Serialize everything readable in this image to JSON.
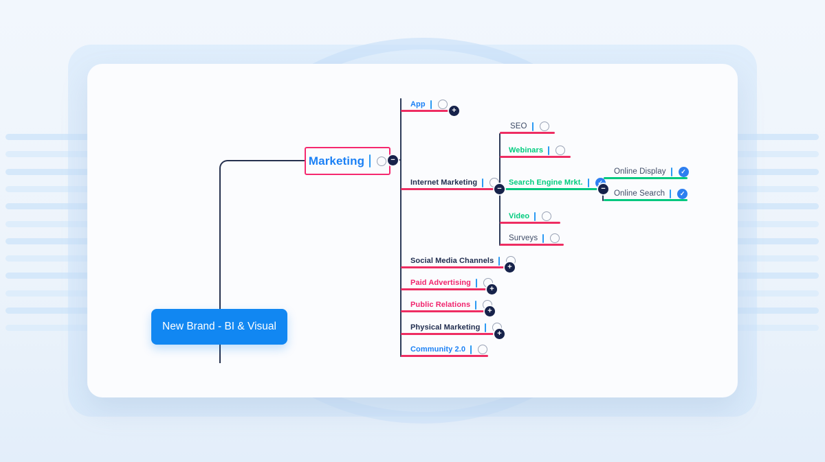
{
  "icons": {
    "check": "✓",
    "plus": "+",
    "minus": "−"
  },
  "colors": {
    "brand_blue": "#1187F2",
    "link_pink": "#EE2D62",
    "link_green": "#00C87F",
    "text_blue": "#1B80F5",
    "text_green": "#00CC7E",
    "text_pink": "#F0256D",
    "text_navy": "#1E2B4D",
    "checkbox_checked": "#2E7FF0",
    "expander_bg": "#16224A",
    "connector_navy": "#2C3A59"
  },
  "map": {
    "root": {
      "label": "New Brand - BI & Visual"
    },
    "center": {
      "label": "Marketing",
      "checked": false,
      "expander": "minus"
    },
    "nodes": {
      "app": {
        "label": "App",
        "color": "blue",
        "checked": false,
        "expander": "plus"
      },
      "internet_marketing": {
        "label": "Internet Marketing",
        "color": "navy",
        "checked": false,
        "expander": "minus"
      },
      "seo": {
        "label": "SEO",
        "color": "gray",
        "checked": false
      },
      "webinars": {
        "label": "Webinars",
        "color": "green",
        "checked": false
      },
      "search_engine_mrkt": {
        "label": "Search Engine Mrkt.",
        "color": "green",
        "checked": true,
        "expander": "minus"
      },
      "online_display": {
        "label": "Online Display",
        "color": "gray",
        "checked": true
      },
      "online_search": {
        "label": "Online Search",
        "color": "gray",
        "checked": true
      },
      "video": {
        "label": "Video",
        "color": "green",
        "checked": false
      },
      "surveys": {
        "label": "Surveys",
        "color": "gray",
        "checked": false
      },
      "social_media_channels": {
        "label": "Social Media Channels",
        "color": "navy",
        "checked": false,
        "expander": "plus"
      },
      "paid_advertising": {
        "label": "Paid Advertising",
        "color": "pink",
        "checked": false,
        "expander": "plus"
      },
      "public_relations": {
        "label": "Public Relations",
        "color": "pink",
        "checked": false,
        "expander": "plus"
      },
      "physical_marketing": {
        "label": "Physical Marketing",
        "color": "navy",
        "checked": false,
        "expander": "plus"
      },
      "community_20": {
        "label": "Community 2.0",
        "color": "blue",
        "checked": false
      }
    },
    "structure": {
      "root": "New Brand - BI & Visual",
      "children": [
        {
          "label": "Marketing",
          "children": [
            {
              "label": "App"
            },
            {
              "label": "Internet Marketing",
              "children": [
                {
                  "label": "SEO"
                },
                {
                  "label": "Webinars"
                },
                {
                  "label": "Search Engine Mrkt.",
                  "children": [
                    {
                      "label": "Online Display"
                    },
                    {
                      "label": "Online Search"
                    }
                  ]
                },
                {
                  "label": "Video"
                },
                {
                  "label": "Surveys"
                }
              ]
            },
            {
              "label": "Social Media Channels"
            },
            {
              "label": "Paid Advertising"
            },
            {
              "label": "Public Relations"
            },
            {
              "label": "Physical Marketing"
            },
            {
              "label": "Community 2.0"
            }
          ]
        }
      ]
    }
  }
}
